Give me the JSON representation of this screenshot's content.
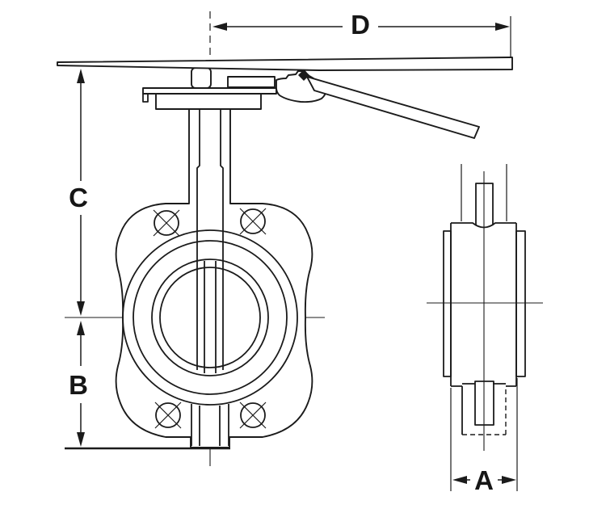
{
  "drawing": {
    "subject": "butterfly-valve-two-view-dimension-drawing",
    "colors": {
      "line": "#1b1b1b",
      "background": "#ffffff"
    },
    "dimension_labels": {
      "a": "A",
      "b": "B",
      "c": "C",
      "d": "D"
    }
  }
}
